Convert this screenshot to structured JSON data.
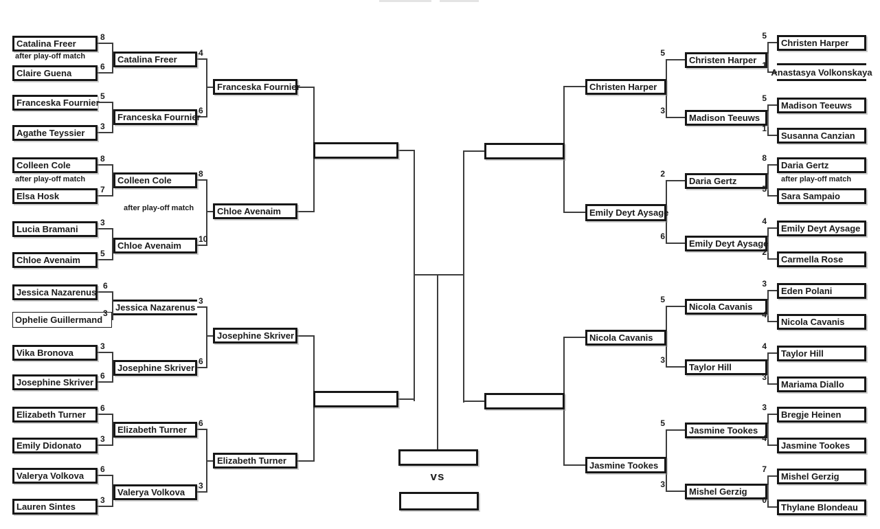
{
  "note_label": "after play-off match",
  "vs_label": "vs",
  "bracket": {
    "left": {
      "round1": [
        {
          "name": "Catalina Freer",
          "score": "8"
        },
        {
          "name": "Claire Guena",
          "score": "6"
        },
        {
          "name": "Franceska Fournier",
          "score": "5"
        },
        {
          "name": "Agathe Teyssier",
          "score": "3"
        },
        {
          "name": "Colleen Cole",
          "score": "8"
        },
        {
          "name": "Elsa Hosk",
          "score": "7"
        },
        {
          "name": "Lucia Bramani",
          "score": "3"
        },
        {
          "name": "Chloe Avenaim",
          "score": "5"
        },
        {
          "name": "Jessica Nazarenus",
          "score": "6"
        },
        {
          "name": "Ophelie Guillermand",
          "score": "3"
        },
        {
          "name": "Vika Bronova",
          "score": "3"
        },
        {
          "name": "Josephine Skriver",
          "score": "6"
        },
        {
          "name": "Elizabeth Turner",
          "score": "6"
        },
        {
          "name": "Emily Didonato",
          "score": "3"
        },
        {
          "name": "Valerya Volkova",
          "score": "6"
        },
        {
          "name": "Lauren Sintes",
          "score": "3"
        }
      ],
      "round2": [
        {
          "name": "Catalina Freer",
          "score": "4"
        },
        {
          "name": "Franceska Fournier",
          "score": "6"
        },
        {
          "name": "Colleen Cole",
          "score": "8"
        },
        {
          "name": "Chloe Avenaim",
          "score": "10"
        },
        {
          "name": "Jessica Nazarenus",
          "score": "3"
        },
        {
          "name": "Josephine Skriver",
          "score": "6"
        },
        {
          "name": "Elizabeth Turner",
          "score": "6"
        },
        {
          "name": "Valerya Volkova",
          "score": "3"
        }
      ],
      "round3": [
        {
          "name": "Franceska Fournier"
        },
        {
          "name": "Chloe Avenaim"
        },
        {
          "name": "Josephine Skriver"
        },
        {
          "name": "Elizabeth Turner"
        }
      ]
    },
    "right": {
      "round1": [
        {
          "name": "Christen Harper",
          "score": "5"
        },
        {
          "name": "Anastasya Volkonskaya",
          "score": "1"
        },
        {
          "name": "Madison Teeuws",
          "score": "5"
        },
        {
          "name": "Susanna Canzian",
          "score": "1"
        },
        {
          "name": "Daria Gertz",
          "score": "8"
        },
        {
          "name": "Sara Sampaio",
          "score": "5"
        },
        {
          "name": "Emily Deyt Aysage",
          "score": "4"
        },
        {
          "name": "Carmella Rose",
          "score": "2"
        },
        {
          "name": "Eden Polani",
          "score": "3"
        },
        {
          "name": "Nicola Cavanis",
          "score": "4"
        },
        {
          "name": "Taylor Hill",
          "score": "4"
        },
        {
          "name": "Mariama Diallo",
          "score": "3"
        },
        {
          "name": "Bregje Heinen",
          "score": "3"
        },
        {
          "name": "Jasmine Tookes",
          "score": "4"
        },
        {
          "name": "Mishel Gerzig",
          "score": "7"
        },
        {
          "name": "Thylane Blondeau",
          "score": "0"
        }
      ],
      "round2": [
        {
          "name": "Christen Harper",
          "score": "5"
        },
        {
          "name": "Madison Teeuws",
          "score": "3"
        },
        {
          "name": "Daria Gertz",
          "score": "2"
        },
        {
          "name": "Emily Deyt Aysage",
          "score": "6"
        },
        {
          "name": "Nicola Cavanis",
          "score": "5"
        },
        {
          "name": "Taylor Hill",
          "score": "3"
        },
        {
          "name": "Jasmine Tookes",
          "score": "5"
        },
        {
          "name": "Mishel Gerzig",
          "score": "3"
        }
      ],
      "round3": [
        {
          "name": "Christen Harper"
        },
        {
          "name": "Emily Deyt Aysage"
        },
        {
          "name": "Nicola Cavanis"
        },
        {
          "name": "Jasmine Tookes"
        }
      ]
    }
  }
}
